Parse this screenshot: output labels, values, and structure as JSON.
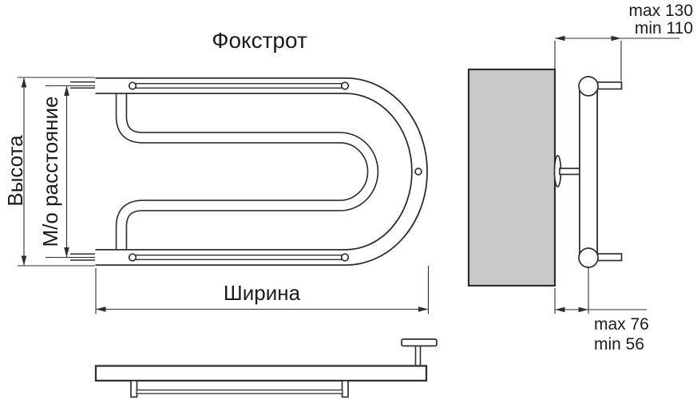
{
  "title": "Фокстрот",
  "colors": {
    "line": "#2f2f2f",
    "wall_fill": "#c9c9c9",
    "text": "#1c1c1c",
    "background": "#ffffff"
  },
  "front_view": {
    "height_label": "Высота",
    "axial_distance_label": "М/о расстояние",
    "width_label": "Ширина"
  },
  "side_view": {
    "top_offset_max": "max 130",
    "top_offset_min": "min 110",
    "bottom_offset_max": "max 76",
    "bottom_offset_min": "min 56"
  }
}
